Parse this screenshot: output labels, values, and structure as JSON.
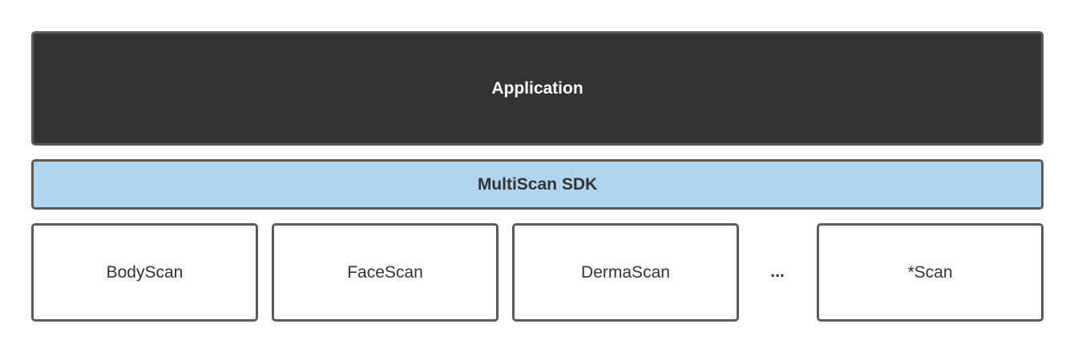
{
  "application": {
    "label": "Application"
  },
  "sdk": {
    "label": "MultiScan SDK"
  },
  "modules": [
    {
      "label": "BodyScan"
    },
    {
      "label": "FaceScan"
    },
    {
      "label": "DermaScan"
    },
    {
      "label": "*Scan"
    }
  ],
  "ellipsis": "...",
  "colors": {
    "application_fill": "#333333",
    "sdk_fill": "#b1d5ef",
    "module_fill": "#ffffff",
    "border": "#5a5a5a",
    "text_dark": "#333333",
    "text_light": "#ffffff"
  }
}
